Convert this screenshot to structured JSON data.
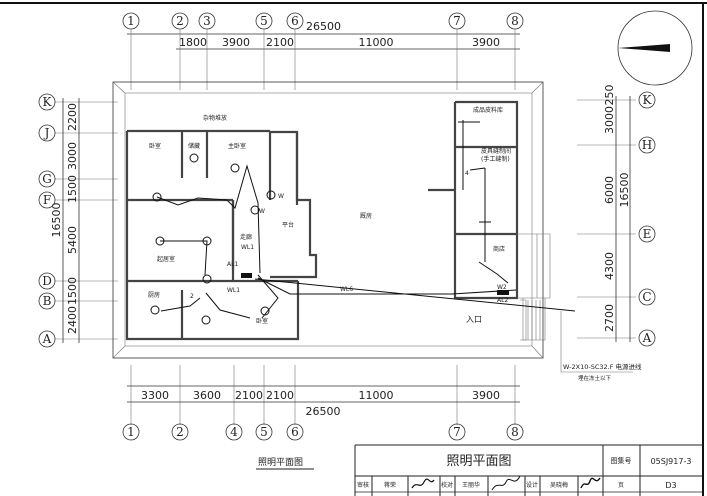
{
  "top_axes": [
    "1",
    "2",
    "3",
    "5",
    "6",
    "7",
    "8"
  ],
  "top_dims": {
    "total": "26500",
    "segments": [
      "1800",
      "3900",
      "2100",
      "11000",
      "3900"
    ]
  },
  "bottom_axes": [
    "1",
    "2",
    "4",
    "5",
    "6",
    "7",
    "8"
  ],
  "bottom_dims": {
    "total": "26500",
    "segments": [
      "3300",
      "3600",
      "2100",
      "2100",
      "11000",
      "3900"
    ]
  },
  "left_axes": [
    "K",
    "J",
    "G",
    "F",
    "D",
    "B",
    "A"
  ],
  "left_dims": {
    "total": "16500",
    "segments": [
      "2200",
      "3000",
      "1500",
      "5400",
      "1500",
      "2400"
    ]
  },
  "right_axes": [
    "K",
    "H",
    "E",
    "C",
    "A"
  ],
  "right_dims": {
    "total": "16500",
    "segments": [
      "250",
      "3000",
      "6000",
      "4300",
      "2700"
    ]
  },
  "rooms": {
    "storage_yard": "杂物堆放",
    "bedroom1": "卧室",
    "storeroom": "储藏",
    "master_bedroom": "主卧室",
    "living_room": "起居室",
    "corridor": "走廊",
    "platform": "平台",
    "kitchen": "厨房",
    "bedroom2": "卧室",
    "workshop": "厩房",
    "finished_storage": "成品皮料库",
    "tool_room": "皮具缝制间",
    "tool_room_sub": "(手工缝制)",
    "shop": "商店",
    "entrance": "入口"
  },
  "labels": {
    "wl1": "WL1",
    "al1": "AL1",
    "wl6": "WL6",
    "w2": "W2",
    "al2": "AL2",
    "w": "W",
    "n2": "2",
    "n4": "4"
  },
  "power_note": {
    "line1": "W-2X10-SC32.F  电源进线",
    "line2": "埋在冻土以下"
  },
  "caption": "照明平面图",
  "title_block": {
    "title": "照明平面图",
    "atlas_label": "图集号",
    "atlas_no": "05SJ917-3",
    "review_label": "审核",
    "reviewer": "蒋荣",
    "check_label": "校对",
    "checker": "王丽华",
    "design_label": "设计",
    "designer": "吴晓梅",
    "page_label": "页",
    "page": "D3"
  }
}
